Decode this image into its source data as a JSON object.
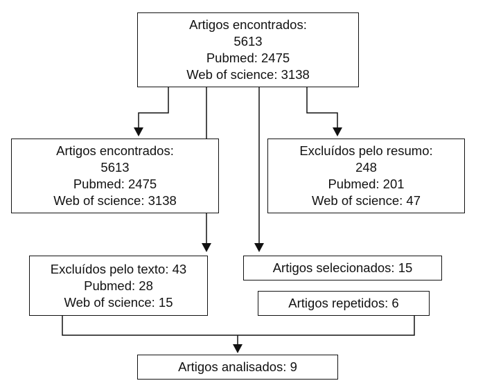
{
  "boxes": {
    "found_top": {
      "title": "Artigos encontrados:",
      "total": "5613",
      "pubmed": "Pubmed: 2475",
      "wos": "Web of science: 3138"
    },
    "found_left": {
      "title": "Artigos encontrados:",
      "total": "5613",
      "pubmed": "Pubmed: 2475",
      "wos": "Web of science: 3138"
    },
    "excluded_abstract": {
      "title": "Excluídos pelo resumo:",
      "total": "248",
      "pubmed": "Pubmed: 201",
      "wos": "Web of science: 47"
    },
    "excluded_text": {
      "title": "Excluídos pelo texto: 43",
      "pubmed": "Pubmed: 28",
      "wos": "Web of science: 15"
    },
    "selected": {
      "title": "Artigos selecionados: 15"
    },
    "repeated": {
      "title": "Artigos repetidos: 6"
    },
    "analyzed": {
      "title": "Artigos analisados: 9"
    }
  }
}
